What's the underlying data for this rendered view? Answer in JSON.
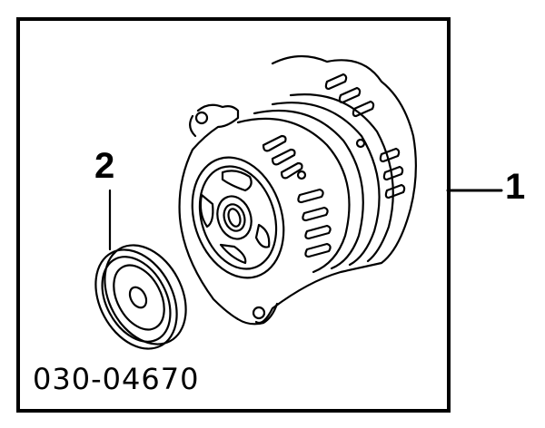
{
  "diagram": {
    "type": "exploded parts illustration",
    "part_number": "030-04670",
    "callouts": [
      {
        "number": "1",
        "part": "alternator"
      },
      {
        "number": "2",
        "part": "pulley"
      }
    ],
    "colors": {
      "line": "#000000",
      "background": "#ffffff"
    }
  }
}
